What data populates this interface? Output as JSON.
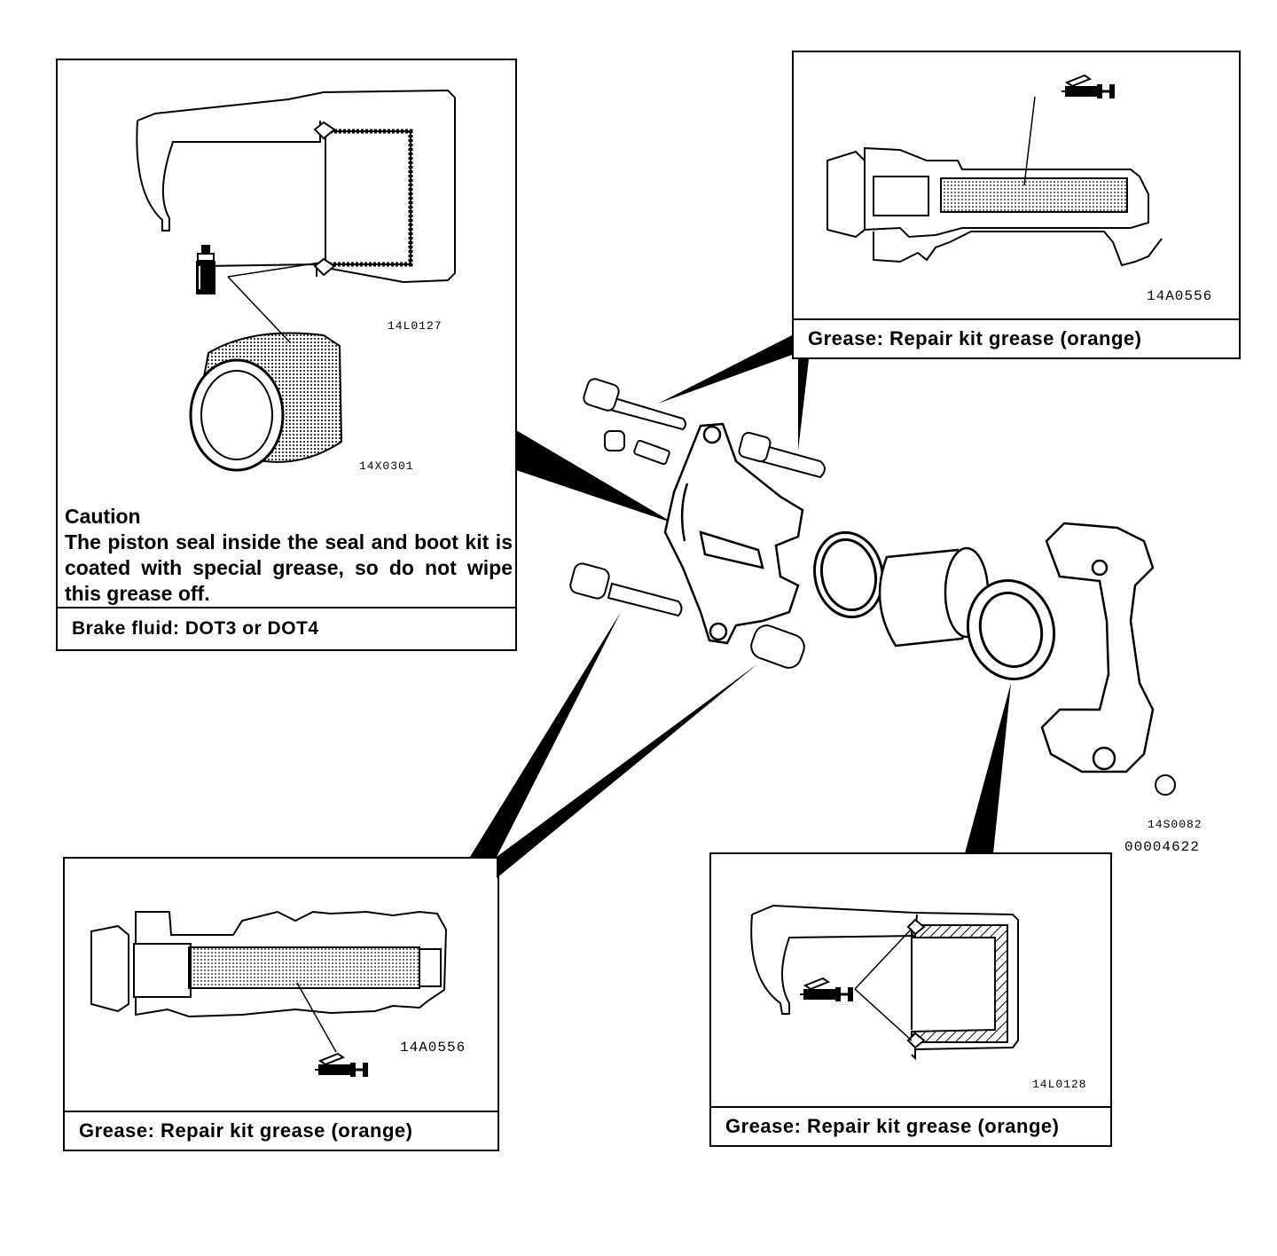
{
  "panels": {
    "top_left": {
      "code_a": "14L0127",
      "code_b": "14X0301",
      "caution_title": "Caution",
      "caution_text": "The piston seal inside the seal and boot kit is coated with special grease, so do not wipe this grease off.",
      "caption": "Brake fluid: DOT3 or DOT4"
    },
    "top_right": {
      "code": "14A0556",
      "caption": "Grease: Repair kit grease (orange)"
    },
    "bottom_left": {
      "code": "14A0556",
      "caption": "Grease: Repair kit grease (orange)"
    },
    "bottom_right": {
      "code": "14L0128",
      "caption": "Grease: Repair kit grease (orange)"
    }
  },
  "main_diagram": {
    "code_1": "14S0082",
    "code_2": "00004622"
  },
  "icons": [
    "brake-fluid-bottle-icon",
    "grease-gun-icon"
  ]
}
